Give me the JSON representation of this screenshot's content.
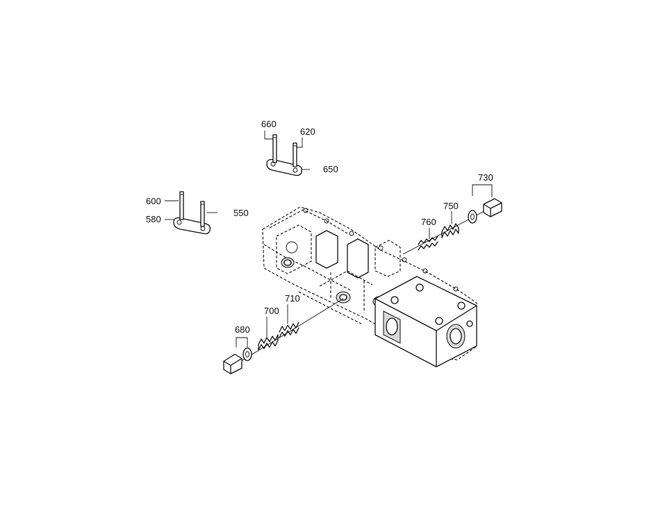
{
  "callouts": {
    "c550": "550",
    "c580": "580",
    "c600": "600",
    "c620": "620",
    "c650": "650",
    "c660": "660",
    "c680": "680",
    "c700": "700",
    "c710": "710",
    "c730": "730",
    "c750": "750",
    "c760": "760"
  }
}
